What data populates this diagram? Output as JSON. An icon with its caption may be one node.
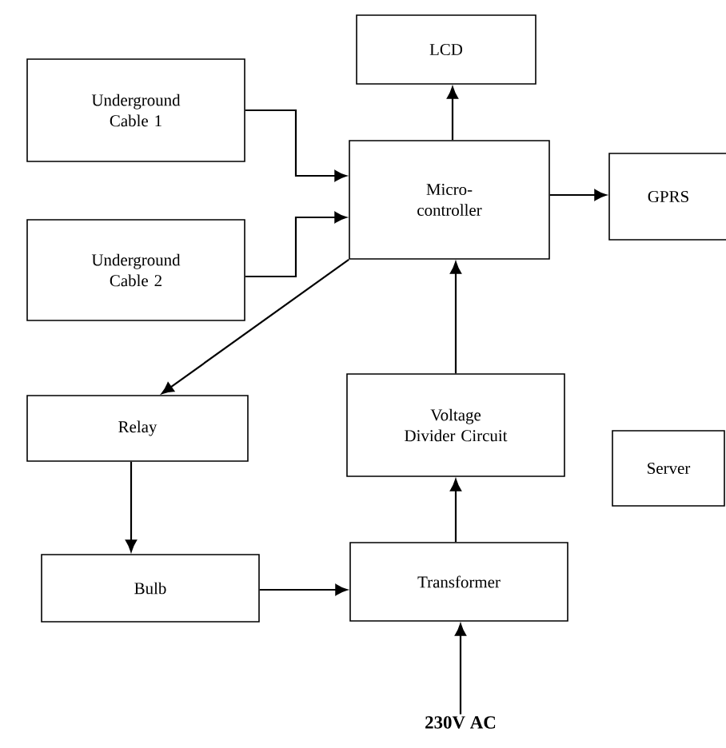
{
  "diagram": {
    "nodes": [
      {
        "text": [
          "LCD"
        ]
      },
      {
        "text": [
          "Underground Cable 1"
        ]
      },
      {
        "text": [
          "Micro-controller"
        ]
      },
      {
        "text": [
          "GPRS"
        ]
      },
      {
        "text": [
          "Underground Cable 2"
        ]
      },
      {
        "text": [
          "Voltage Divider Circuit"
        ]
      },
      {
        "text": [
          "Relay"
        ]
      },
      {
        "text": [
          "Server"
        ]
      },
      {
        "text": [
          "Bulb"
        ]
      },
      {
        "text": [
          "Transformer"
        ]
      },
      {
        "text": [
          "230V AC"
        ]
      }
    ],
    "edges": [
      {
        "from": 1,
        "to": 2,
        "arrow": "to"
      },
      {
        "from": 4,
        "to": 2,
        "arrow": "to"
      },
      {
        "from": 2,
        "to": 0,
        "arrow": "to"
      },
      {
        "from": 2,
        "to": 3,
        "arrow": "to"
      },
      {
        "from": 2,
        "to": 6,
        "arrow": "to"
      },
      {
        "from": 6,
        "to": 8,
        "arrow": "to"
      },
      {
        "from": 8,
        "to": 9,
        "arrow": "to"
      },
      {
        "from": 9,
        "to": 5,
        "arrow": "to"
      },
      {
        "from": 5,
        "to": 2,
        "arrow": "to"
      },
      {
        "from": 10,
        "to": 9,
        "arrow": "to"
      }
    ]
  }
}
